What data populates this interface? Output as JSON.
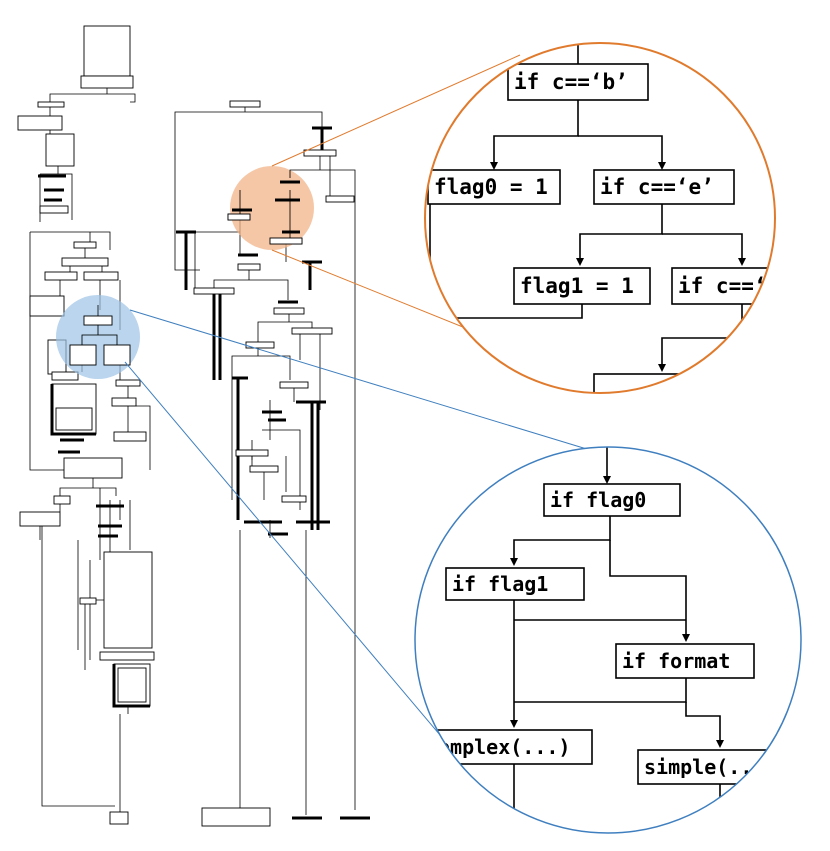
{
  "colors": {
    "orange_accent": "#E07B2E",
    "orange_fill": "#F2B48A",
    "blue_accent": "#3F7FBF",
    "blue_fill": "#9DC3E6",
    "ink": "#000000"
  },
  "orange_zoom": {
    "nodes": {
      "if_c_b": "if c==‘b’",
      "flag0_assign": "flag0 = 1",
      "if_c_e": "if c==‘e’",
      "flag1_assign": "flag1 = 1",
      "if_c_v": "if c==‘v’",
      "ellipsis": "..."
    }
  },
  "blue_zoom": {
    "nodes": {
      "if_flag0": "if flag0",
      "if_flag1": "if flag1",
      "if_format": "if format",
      "complex_call": "omplex(...)",
      "simple_call": "simple(..."
    }
  }
}
